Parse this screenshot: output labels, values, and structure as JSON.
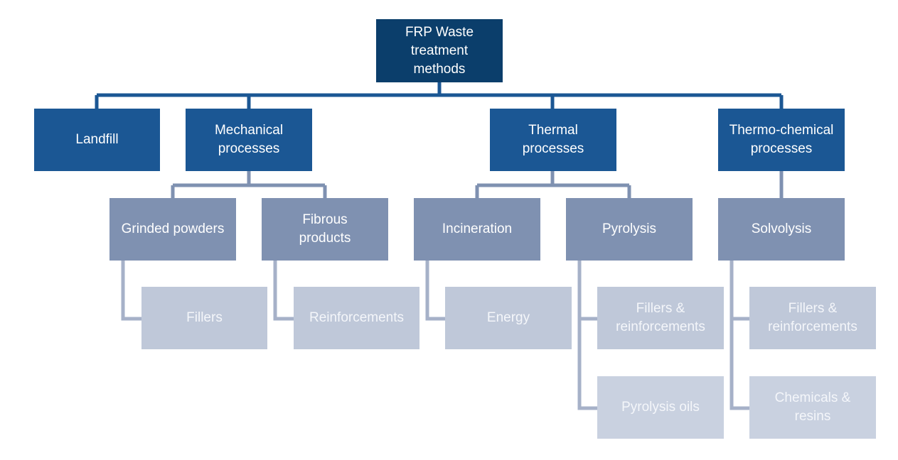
{
  "diagram": {
    "root": "FRP Waste\ntreatment\nmethods",
    "categories": {
      "landfill": "Landfill",
      "mechanical": "Mechanical\nprocesses",
      "thermal": "Thermal\nprocesses",
      "thermochemical": "Thermo-chemical\nprocesses"
    },
    "processes": {
      "grinded_powders": "Grinded  powders",
      "fibrous_products": "Fibrous\nproducts",
      "incineration": "Incineration",
      "pyrolysis": "Pyrolysis",
      "solvolysis": "Solvolysis"
    },
    "outputs": {
      "fillers": "Fillers",
      "reinforcements": "Reinforcements",
      "energy": "Energy",
      "pyrolysis_fillers_reinforcements": "Fillers &\nreinforcements",
      "pyrolysis_oils": "Pyrolysis oils",
      "solvolysis_fillers_reinforcements": "Fillers &\nreinforcements",
      "chemicals_resins": "Chemicals &\nresins"
    },
    "colors": {
      "root": "#0b3e6b",
      "category": "#1b5794",
      "process": "#7f91b1",
      "output": "#bfc8d9"
    }
  }
}
